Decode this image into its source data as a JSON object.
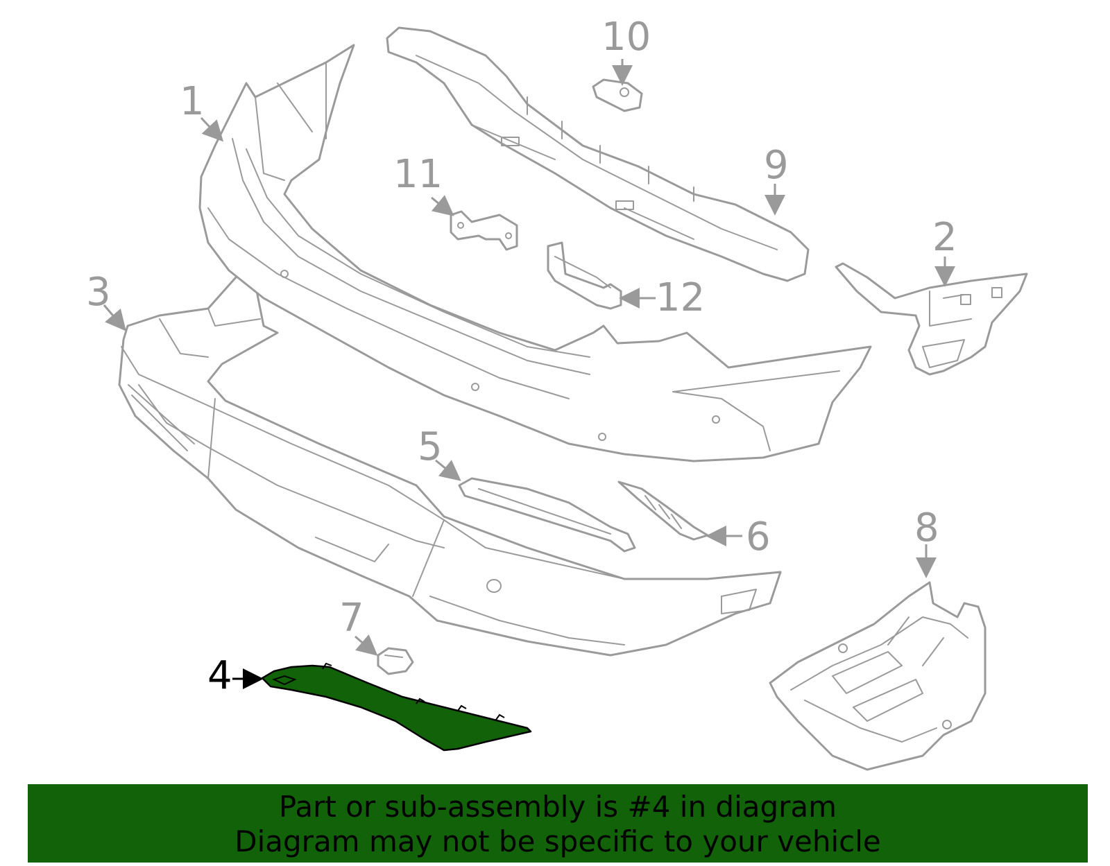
{
  "callouts": {
    "c1": "1",
    "c2": "2",
    "c3": "3",
    "c4": "4",
    "c5": "5",
    "c6": "6",
    "c7": "7",
    "c8": "8",
    "c9": "9",
    "c10": "10",
    "c11": "11",
    "c12": "12"
  },
  "highlighted_part": "4",
  "colors": {
    "highlight_fill": "#126209",
    "banner": "#126209",
    "line_art": "#9a9a9a"
  },
  "banner": {
    "line1": "Part or sub-assembly is #4 in diagram",
    "line2": "Diagram may not be specific to your vehicle"
  }
}
